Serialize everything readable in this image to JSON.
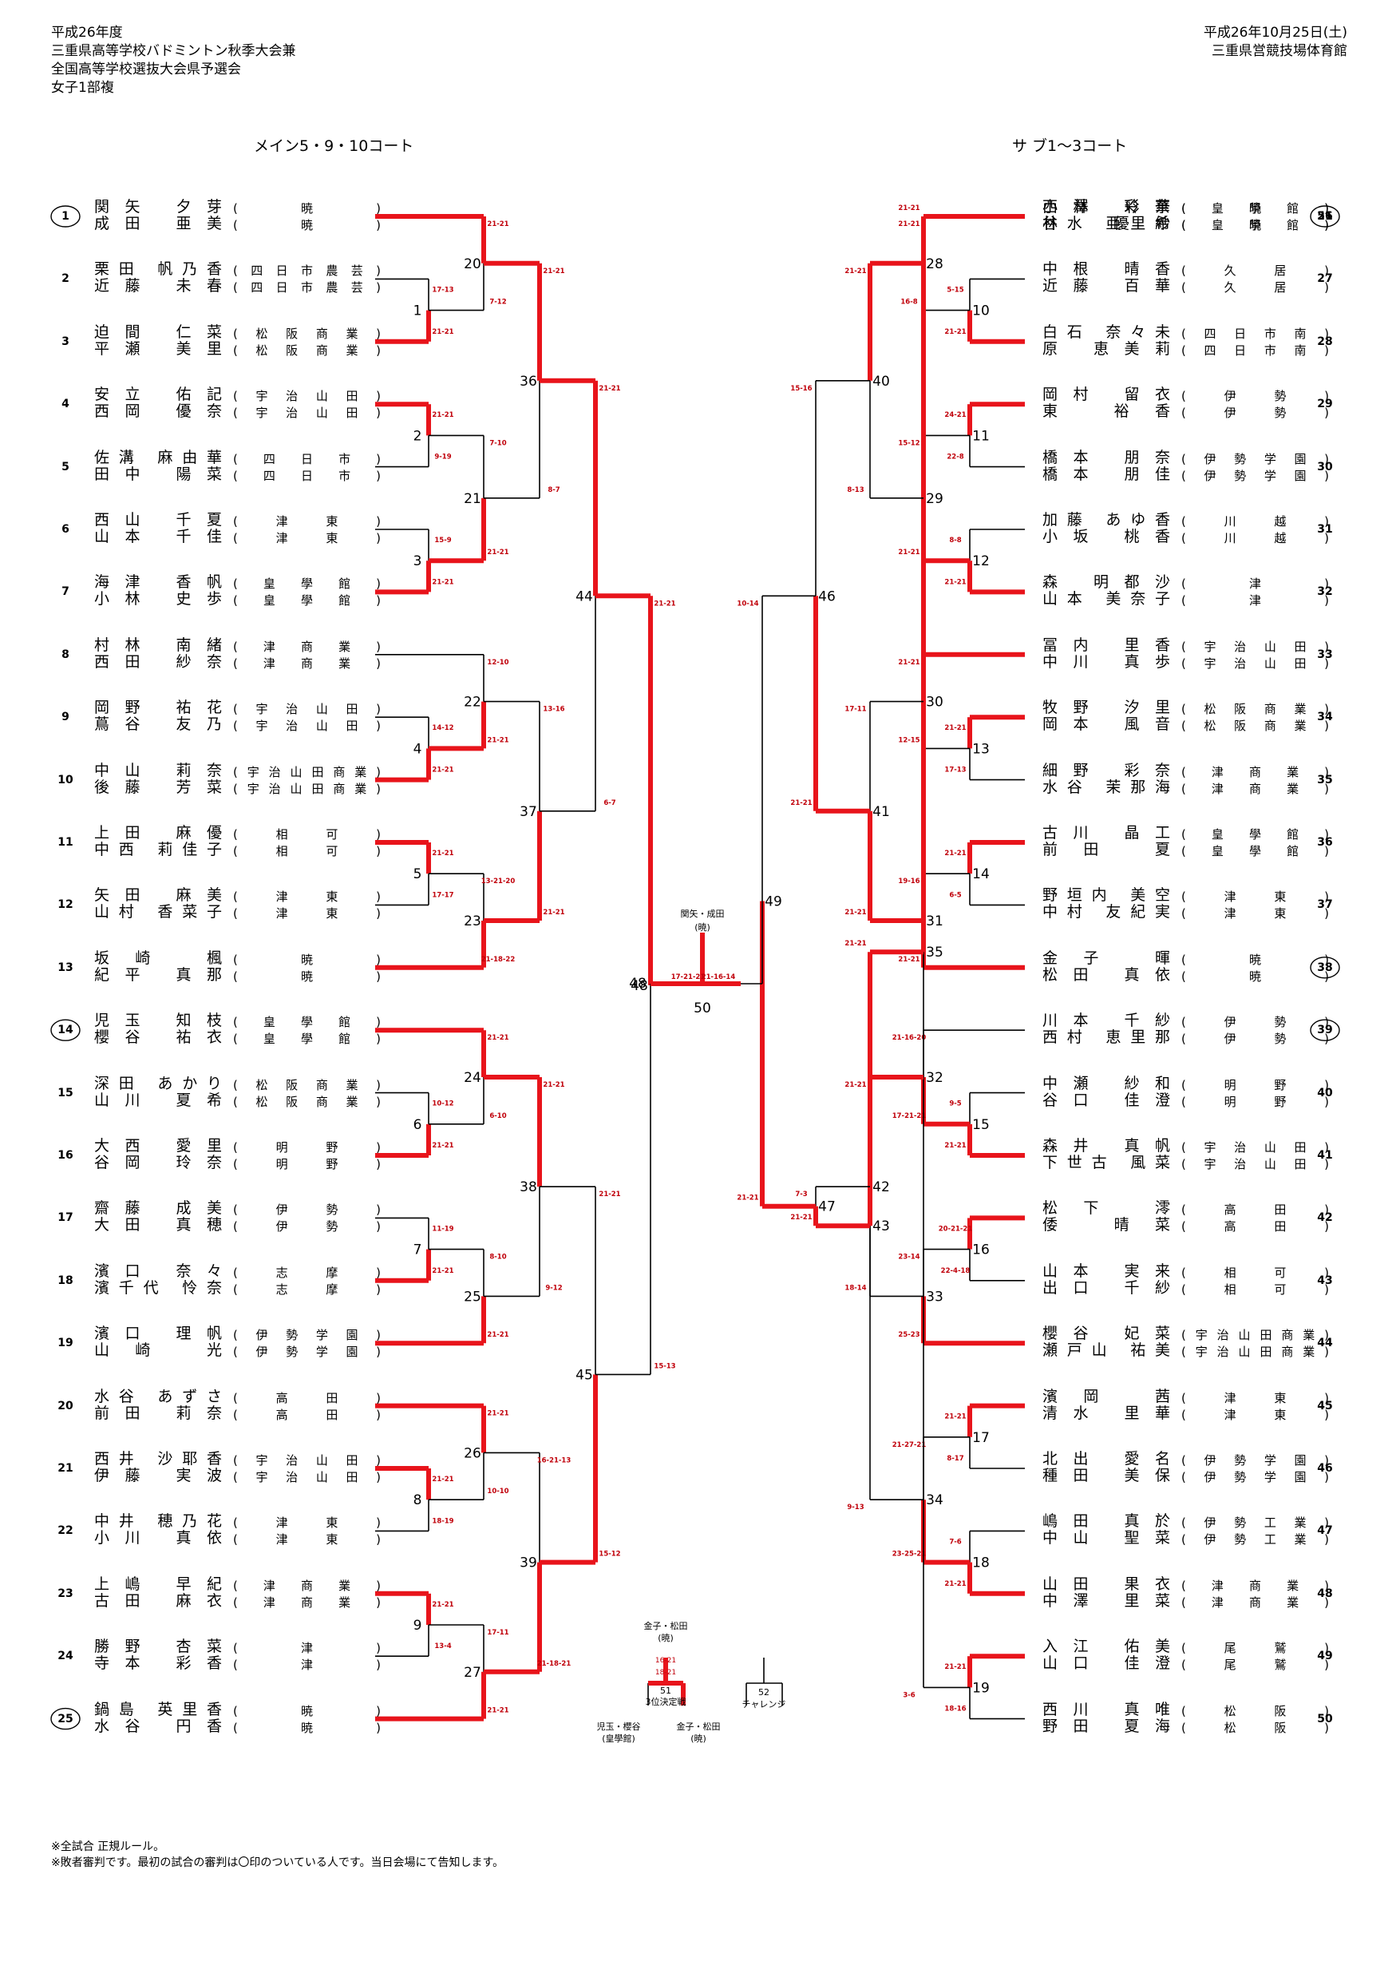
{
  "header": {
    "left_lines": [
      "平成26年度",
      "三重県高等学校バドミントン秋季大会兼",
      "全国高等学校選抜大会県予選会",
      "女子1部複"
    ],
    "right_lines": [
      "平成26年10月25日(土)",
      "三重県営競技場体育館"
    ]
  },
  "courts": {
    "left": "メイン5・9・10コート",
    "right": "サ ブ1～3コート"
  },
  "entries": [
    {
      "seed": "1",
      "p1": "関矢 夕芽",
      "s1": "暁",
      "p2": "成田 亜美",
      "s2": "暁"
    },
    {
      "seed": "2",
      "p1": "栗田 帆乃香",
      "s1": "四日市農芸",
      "p2": "近藤 未春",
      "s2": "四日市農芸"
    },
    {
      "seed": "3",
      "p1": "迫間 仁菜",
      "s1": "松阪商業",
      "p2": "平瀬 美里",
      "s2": "松阪商業"
    },
    {
      "seed": "4",
      "p1": "安立 佑記",
      "s1": "宇治山田",
      "p2": "西岡 優奈",
      "s2": "宇治山田"
    },
    {
      "seed": "5",
      "p1": "佐溝 麻由華",
      "s1": "四日市",
      "p2": "田中 陽菜",
      "s2": "四日市"
    },
    {
      "seed": "6",
      "p1": "西山 千夏",
      "s1": "津東",
      "p2": "山本 千佳",
      "s2": "津東"
    },
    {
      "seed": "7",
      "p1": "海津 香帆",
      "s1": "皇學館",
      "p2": "小林 史歩",
      "s2": "皇學館"
    },
    {
      "seed": "8",
      "p1": "村林 南緒",
      "s1": "津商業",
      "p2": "西田 紗奈",
      "s2": "津商業"
    },
    {
      "seed": "9",
      "p1": "岡野 祐花",
      "s1": "宇治山田",
      "p2": "蔦谷 友乃",
      "s2": "宇治山田"
    },
    {
      "seed": "10",
      "p1": "中山 莉奈",
      "s1": "宇治山田商業",
      "p2": "後藤 芳菜",
      "s2": "宇治山田商業"
    },
    {
      "seed": "11",
      "p1": "上田 麻優",
      "s1": "相可",
      "p2": "中西 莉佳子",
      "s2": "相可"
    },
    {
      "seed": "12",
      "p1": "矢田 麻美",
      "s1": "津東",
      "p2": "山村 香菜子",
      "s2": "津東"
    },
    {
      "seed": "13",
      "p1": "坂崎 楓",
      "s1": "暁",
      "p2": "紀平 真那",
      "s2": "暁"
    },
    {
      "seed": "14",
      "p1": "児玉 知枝",
      "s1": "皇學館",
      "p2": "櫻谷 祐衣",
      "s2": "皇學館"
    },
    {
      "seed": "15",
      "p1": "深田 あかり",
      "s1": "松阪商業",
      "p2": "山川 夏希",
      "s2": "松阪商業"
    },
    {
      "seed": "16",
      "p1": "大西 愛里",
      "s1": "明野",
      "p2": "谷岡 玲奈",
      "s2": "明野"
    },
    {
      "seed": "17",
      "p1": "齋藤 成美",
      "s1": "伊勢",
      "p2": "大田 真穂",
      "s2": "伊勢"
    },
    {
      "seed": "18",
      "p1": "濱口 奈々",
      "s1": "志摩",
      "p2": "濱千代 怜奈",
      "s2": "志摩"
    },
    {
      "seed": "19",
      "p1": "濱口 理帆",
      "s1": "伊勢学園",
      "p2": "山崎 光",
      "s2": "伊勢学園"
    },
    {
      "seed": "20",
      "p1": "水谷 あずさ",
      "s1": "高田",
      "p2": "前田 莉奈",
      "s2": "高田"
    },
    {
      "seed": "21",
      "p1": "西井 沙耶香",
      "s1": "宇治山田",
      "p2": "伊藤 実波",
      "s2": "宇治山田"
    },
    {
      "seed": "22",
      "p1": "中井 穂乃花",
      "s1": "津東",
      "p2": "小川 真依",
      "s2": "津東"
    },
    {
      "seed": "23",
      "p1": "上嶋 早紀",
      "s1": "津商業",
      "p2": "古田 麻衣",
      "s2": "津商業"
    },
    {
      "seed": "24",
      "p1": "勝野 杏菜",
      "s1": "津",
      "p2": "寺本 彩香",
      "s2": "津"
    },
    {
      "seed": "25",
      "p1": "鍋島 英里香",
      "s1": "暁",
      "p2": "水谷 円香",
      "s2": "暁"
    },
    {
      "seed": "26",
      "p1": "小林 彩華",
      "s1": "暁",
      "p2": "林 優希",
      "s2": "暁"
    },
    {
      "seed": "27",
      "p1": "中根 晴香",
      "s1": "久居",
      "p2": "近藤 百華",
      "s2": "久居"
    },
    {
      "seed": "28",
      "p1": "白石 奈々未",
      "s1": "四日市南",
      "p2": "原 恵美莉",
      "s2": "四日市南"
    },
    {
      "seed": "29",
      "p1": "岡村 留衣",
      "s1": "伊勢",
      "p2": "東 裕香",
      "s2": "伊勢"
    },
    {
      "seed": "30",
      "p1": "橋本 朋奈",
      "s1": "伊勢学園",
      "p2": "橋本 朋佳",
      "s2": "伊勢学園"
    },
    {
      "seed": "31",
      "p1": "加藤 あゆ香",
      "s1": "川越",
      "p2": "小坂 桃香",
      "s2": "川越"
    },
    {
      "seed": "32",
      "p1": "森 明都沙",
      "s1": "津",
      "p2": "山本 美奈子",
      "s2": "津"
    },
    {
      "seed": "33",
      "p1": "冨内 里香",
      "s1": "宇治山田",
      "p2": "中川 真歩",
      "s2": "宇治山田"
    },
    {
      "seed": "34",
      "p1": "牧野 汐里",
      "s1": "松阪商業",
      "p2": "岡本 風音",
      "s2": "松阪商業"
    },
    {
      "seed": "35",
      "p1": "細野 彩奈",
      "s1": "津商業",
      "p2": "水谷 茉那海",
      "s2": "津商業"
    },
    {
      "seed": "36",
      "p1": "古川 晶工",
      "s1": "皇學館",
      "p2": "前田 夏",
      "s2": "皇學館"
    },
    {
      "seed": "37",
      "p1": "野垣内 美空",
      "s1": "津東",
      "p2": "中村 友紀実",
      "s2": "津東"
    },
    {
      "seed": "38",
      "p1": "金子 暉",
      "s1": "暁",
      "p2": "松田 真依",
      "s2": "暁"
    },
    {
      "seed": "39",
      "p1": "川本 千紗",
      "s1": "伊勢",
      "p2": "西村 恵里那",
      "s2": "伊勢"
    },
    {
      "seed": "40",
      "p1": "中瀬 紗和",
      "s1": "明野",
      "p2": "谷口 佳澄",
      "s2": "明野"
    },
    {
      "seed": "41",
      "p1": "森井 真帆",
      "s1": "宇治山田",
      "p2": "下世古 風菜",
      "s2": "宇治山田"
    },
    {
      "seed": "42",
      "p1": "松下 澪",
      "s1": "高田",
      "p2": "倭 晴菜",
      "s2": "高田"
    },
    {
      "seed": "43",
      "p1": "山本 実来",
      "s1": "相可",
      "p2": "出口 千紗",
      "s2": "相可"
    },
    {
      "seed": "44",
      "p1": "櫻谷 妃菜",
      "s1": "宇治山田商業",
      "p2": "瀬戸山 祐美",
      "s2": "宇治山田商業"
    },
    {
      "seed": "45",
      "p1": "濱岡 茜",
      "s1": "津東",
      "p2": "清水 里華",
      "s2": "津東"
    },
    {
      "seed": "46",
      "p1": "北出 愛名",
      "s1": "伊勢学園",
      "p2": "種田 美保",
      "s2": "伊勢学園"
    },
    {
      "seed": "47",
      "p1": "嶋田 真於",
      "s1": "伊勢工業",
      "p2": "中山 聖菜",
      "s2": "伊勢工業"
    },
    {
      "seed": "48",
      "p1": "山田 果衣",
      "s1": "津商業",
      "p2": "中澤 里菜",
      "s2": "津商業"
    },
    {
      "seed": "49",
      "p1": "入江 佑美",
      "s1": "尾鷲",
      "p2": "山口 佳澄",
      "s2": "尾鷲"
    },
    {
      "seed": "50",
      "p1": "西川 真唯",
      "s1": "松阪",
      "p2": "野田 夏海",
      "s2": "松阪"
    },
    {
      "seed": "51",
      "p1": "西澤 玲奈",
      "s1": "皇學館",
      "p2": "谷水 亜里紗",
      "s2": "皇學館"
    }
  ],
  "circled_seeds": [
    "1",
    "14",
    "25",
    "38",
    "39",
    "51"
  ],
  "left_matches": [
    {
      "num": "1",
      "top": "17-13",
      "bot": "21-21"
    },
    {
      "num": "2",
      "top": "21-21",
      "bot": "9-19"
    },
    {
      "num": "3",
      "top": "15-9",
      "bot": "21-21"
    },
    {
      "num": "4",
      "top": "14-12",
      "bot": "21-21"
    },
    {
      "num": "5",
      "top": "21-21",
      "bot": "17-17"
    },
    {
      "num": "6",
      "top": "10-12",
      "bot": "21-21"
    },
    {
      "num": "7",
      "top": "11-19",
      "bot": "21-21"
    },
    {
      "num": "8",
      "top": "21-21",
      "bot": "18-19"
    },
    {
      "num": "9",
      "top": "21-21",
      "bot": "13-4"
    },
    {
      "num": "20",
      "top": "21-21",
      "bot": "7-12"
    },
    {
      "num": "21",
      "top": "7-10",
      "bot": "21-21"
    },
    {
      "num": "22",
      "top": "12-10",
      "bot": "21-21"
    },
    {
      "num": "23",
      "top": "13-21-20",
      "bot": "21-18-22"
    },
    {
      "num": "24",
      "top": "21-21",
      "bot": "6-10"
    },
    {
      "num": "25",
      "top": "8-10",
      "bot": "21-21"
    },
    {
      "num": "26",
      "top": "21-21",
      "bot": "10-10"
    },
    {
      "num": "27",
      "top": "17-11",
      "bot": "21-21"
    },
    {
      "num": "36",
      "top": "21-21",
      "bot": "8-7"
    },
    {
      "num": "37",
      "top": "13-16",
      "bot": "21-21"
    },
    {
      "num": "38",
      "top": "21-21",
      "bot": "9-12"
    },
    {
      "num": "39",
      "top": "16-21-13",
      "bot": "21-18-21"
    },
    {
      "num": "44",
      "top": "21-21",
      "bot": "6-7"
    },
    {
      "num": "45",
      "top": "21-21",
      "bot": "15-12"
    },
    {
      "num": "48",
      "top": "21-21",
      "bot": "15-13"
    }
  ],
  "right_matches": [
    {
      "num": "10",
      "top": "5-15",
      "bot": "21-21"
    },
    {
      "num": "11",
      "top": "24-21",
      "bot": "22-8"
    },
    {
      "num": "12",
      "top": "8-8",
      "bot": "21-21"
    },
    {
      "num": "13",
      "top": "21-21",
      "bot": "17-13"
    },
    {
      "num": "14",
      "top": "21-21",
      "bot": "6-5"
    },
    {
      "num": "15",
      "top": "9-5",
      "bot": "21-21"
    },
    {
      "num": "16",
      "top": "20-21-21",
      "bot": "22-4-18"
    },
    {
      "num": "17",
      "top": "21-21",
      "bot": "8-17"
    },
    {
      "num": "18",
      "top": "7-6",
      "bot": "21-21"
    },
    {
      "num": "19",
      "top": "21-21",
      "bot": "18-16"
    },
    {
      "num": "28",
      "top": "21-21",
      "bot": "16-8"
    },
    {
      "num": "29",
      "top": "15-12",
      "bot": "21-21"
    },
    {
      "num": "30",
      "top": "21-21",
      "bot": "12-15"
    },
    {
      "num": "31",
      "top": "19-16",
      "bot": "21-21"
    },
    {
      "num": "32",
      "top": "21-16-20",
      "bot": "17-21-21"
    },
    {
      "num": "33",
      "top": "23-14",
      "bot": "25-23"
    },
    {
      "num": "34",
      "top": "21-27-21",
      "bot": "23-25-21"
    },
    {
      "num": "35",
      "top": "3-6",
      "bot": "21-21"
    },
    {
      "num": "40",
      "top": "21-21",
      "bot": "8-13"
    },
    {
      "num": "41",
      "top": "17-11",
      "bot": "21-21"
    },
    {
      "num": "42",
      "top": "21-21",
      "bot": "18-14"
    },
    {
      "num": "43",
      "top": "9-13",
      "bot": "21-21"
    },
    {
      "num": "46",
      "top": "15-16",
      "bot": "21-21"
    },
    {
      "num": "47",
      "top": "7-3",
      "bot": "21-21"
    },
    {
      "num": "49",
      "top": "10-14",
      "bot": "21-21"
    }
  ],
  "final": {
    "num": "50",
    "left_score": "17-21-21",
    "right_score": "21-16-14",
    "champion_names": "関矢・成田",
    "champion_school": "(暁)"
  },
  "third_place": {
    "num": "51",
    "label": "3位決定戦",
    "winner_names": "金子・松田",
    "winner_school": "(暁)",
    "score_top": "16-21",
    "score_bot": "18-21",
    "p1_names": "児玉・櫻谷",
    "p1_school": "(皇學館)",
    "p2_names": "金子・松田",
    "p2_school": "(暁)"
  },
  "challenge": {
    "num": "52",
    "label": "チャレンジ"
  },
  "footer": [
    "※全試合 正規ルール。",
    "※敗者審判です。最初の試合の審判は〇印のついている人です。当日会場にて告知します。"
  ],
  "colors": {
    "win": "#e8141b",
    "line": "#000000",
    "score": "#c0000a"
  }
}
